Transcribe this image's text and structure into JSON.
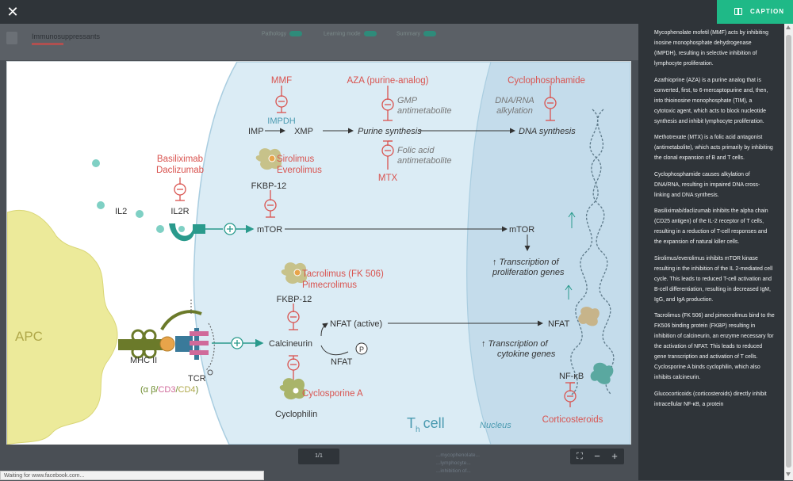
{
  "toolbar": {
    "close_icon": "close-icon",
    "caption_label": "CAPTION",
    "caption_icon": "panel-icon"
  },
  "background_page": {
    "title": "Immunosuppressants",
    "toggles": [
      "Pathology",
      "Learning mode",
      "Summary"
    ],
    "bottom_text": [
      "...mycophenolate...",
      "...lymphocyte...",
      "...inhibition of..."
    ]
  },
  "diagram": {
    "drugs": {
      "mmf": "MMF",
      "aza": "AZA (purine-analog)",
      "cyclophosphamide": "Cyclophosphamide",
      "basiliximab": "Basiliximab",
      "daclizumab": "Daclizumab",
      "sirolimus": "Sirolimus",
      "everolimus": "Everolimus",
      "mtx": "MTX",
      "tacrolimus": "Tacrolimus (FK 506)",
      "pimecrolimus": "Pimecrolimus",
      "cyclosporine": "Cyclosporine A",
      "corticosteroids": "Corticosteroids"
    },
    "labels": {
      "impdh": "IMPDH",
      "gmp1": "GMP",
      "gmp2": "antimetabolite",
      "dnarna1": "DNA/RNA",
      "dnarna2": "alkylation",
      "imp": "IMP",
      "xmp": "XMP",
      "purine": "Purine synthesis",
      "dna": "DNA synthesis",
      "folic1": "Folic acid",
      "folic2": "antimetabolite",
      "fkbp12a": "FKBP-12",
      "il2": "IL2",
      "il2r": "IL2R",
      "mtor1": "mTOR",
      "mtor2": "mTOR",
      "prolif1": "↑ Transcription of",
      "prolif2": "proliferation genes",
      "fkbp12b": "FKBP-12",
      "nfat_active": "NFAT (active)",
      "nfat_right": "NFAT",
      "calcineurin": "Calcineurin",
      "nfat_lower": "NFAT",
      "p": "P",
      "cyto1": "↑ Transcription of",
      "cyto2": "cytokine genes",
      "apc": "APC",
      "mhc": "MHC II",
      "tcr": "TCR",
      "tcr_a": "(α β/",
      "tcr_b": "CD3",
      "tcr_c": "/",
      "tcr_d": "CD4",
      "tcr_e": ")",
      "cyclophilin": "Cyclophilin",
      "nfkb": "NF-κB",
      "th_cell": "T",
      "th_sub": "h",
      "th_cell2": "cell",
      "nucleus": "Nucleus"
    },
    "colors": {
      "drug": "#d9534f",
      "cell": "#d9ebf5",
      "nucleus": "#c6deec",
      "apc": "#ecea9a",
      "teal": "#2a9a8c",
      "text": "#333333"
    }
  },
  "pager": {
    "text": "1/1"
  },
  "zoom": {
    "fit_icon": "fullscreen-icon",
    "minus": "−",
    "plus": "+"
  },
  "status": {
    "text": "Waiting for www.facebook.com..."
  },
  "caption": {
    "paragraphs": [
      "Mycophenolate mofetil (MMF) acts by inhibiting inosine monophosphate dehydrogenase (IMPDH), resulting in selective inhibition of lymphocyte proliferation.",
      "Azathioprine (AZA) is a purine analog that is converted, first, to 6-mercaptopurine and, then, into thioinosine monophosphate (TIM), a cytotoxic agent, which acts to block nucleotide synthesis and inhibit lymphocyte proliferation.",
      "Methotrexate (MTX) is a folic acid antagonist (antimetabolite), which acts primarily by inhibiting the clonal expansion of B and T cells.",
      "Cyclophosphamide causes alkylation of DNA/RNA, resulting in impaired DNA cross-linking and DNA synthesis.",
      "Basiliximab/daclizumab inhibits the alpha chain (CD25 antigen) of the IL-2 receptor of T cells, resulting in a reduction of T-cell responses and the expansion of natural killer cells.",
      "Sirolimus/everolimus inhibits mTOR kinase resulting in the inhibition of the IL 2-mediated cell cycle. This leads to reduced T-cell activation and B-cell differentiation, resulting in decreased IgM, IgG, and IgA production.",
      "Tacrolimus (FK 506) and pimecrolimus bind to the FK506 binding protein (FKBP) resulting in inhibition of calcineurin, an enzyme necessary for the activation of NFAT. This leads to reduced gene transcription and activation of T cells. Cyclosporine A binds cyclophilin, which also inhibits calcineurin.",
      "Glucocorticoids (corticosteroids) directly inhibit intracellular NF-κB, a protein"
    ]
  }
}
